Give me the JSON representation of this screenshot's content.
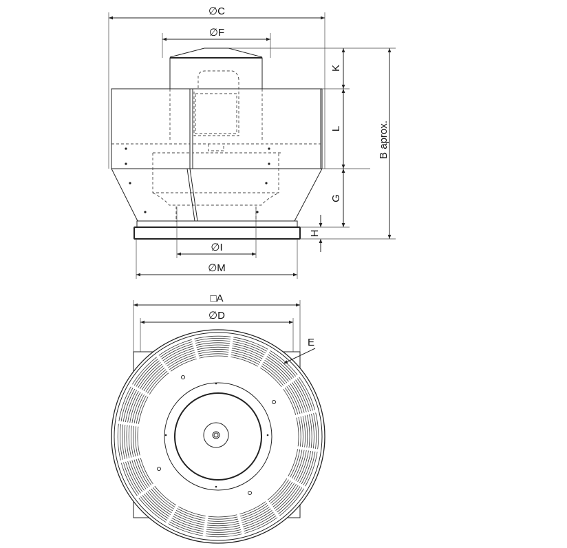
{
  "labels": {
    "dim_c": "∅C",
    "dim_f": "∅F",
    "dim_k": "K",
    "dim_l": "L",
    "dim_g": "G",
    "dim_h": "H",
    "dim_b": "B aprox.",
    "dim_i": "∅I",
    "dim_m": "∅M",
    "dim_a": "□A",
    "dim_d": "∅D",
    "dim_e": "E"
  },
  "colors": {
    "line": "#222222",
    "background": "#ffffff"
  }
}
